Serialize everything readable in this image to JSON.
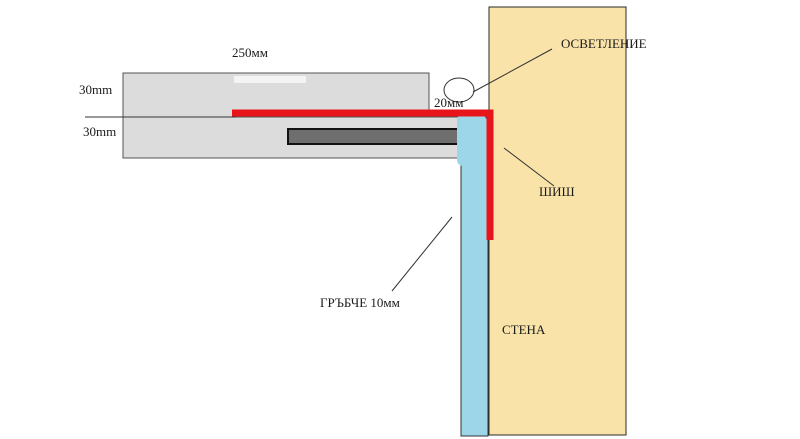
{
  "labels": {
    "width_250": "250мм",
    "height_30_top": "30mm",
    "height_30_bottom": "30mm",
    "gap_20": "20мм",
    "lighting": "ОСВЕТЛЕНИЕ",
    "bolt": "ШИШ",
    "comb_strip": "ГРЪБЧЕ 10мм",
    "wall": "СТЕНА"
  },
  "colors": {
    "wall_fill": "#f9e3a9",
    "shelf_fill": "#dcdcdc",
    "strip_fill": "#9dd6e8",
    "bolt_line": "#e8141c",
    "insert_fill": "#6e6e6e",
    "outline": "#2a2a2a"
  }
}
